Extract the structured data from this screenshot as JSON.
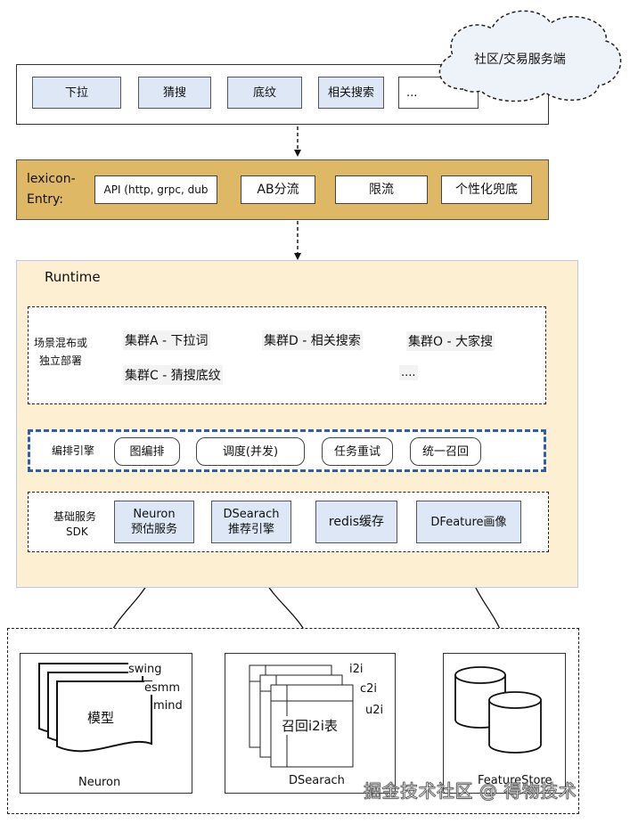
{
  "client": {
    "cloud_label": "社区/交易服务端",
    "items": [
      "下拉",
      "猜搜",
      "底纹",
      "相关搜索",
      "..."
    ]
  },
  "entry": {
    "title_line1": "lexicon-",
    "title_line2": "Entry:",
    "items": [
      "API (http, grpc, dub",
      "AB分流",
      "限流",
      "个性化兜底"
    ]
  },
  "runtime": {
    "title": "Runtime",
    "deploy": {
      "label_line1": "场景混布或",
      "label_line2": "独立部署",
      "clusters": [
        "集群A - 下拉词",
        "集群D - 相关搜索",
        "集群O - 大家搜",
        "集群C - 猜搜底纹",
        "...."
      ]
    },
    "orchestration": {
      "label": "编排引擎",
      "items": [
        "图编排",
        "调度(并发)",
        "任务重试",
        "统一召回"
      ]
    },
    "sdk": {
      "label_line1": "基础服务",
      "label_line2": "SDK",
      "items": [
        {
          "line1": "Neuron",
          "line2": "预估服务"
        },
        {
          "line1": "DSearach",
          "line2": "推荐引擎"
        },
        {
          "line1": "redis缓存",
          "line2": ""
        },
        {
          "line1": "DFeature画像",
          "line2": ""
        }
      ]
    }
  },
  "storage": {
    "neuron": {
      "caption": "Neuron",
      "model_label": "模型",
      "models": [
        "swing",
        "esmm",
        "mind"
      ]
    },
    "dsearch": {
      "caption": "DSearach",
      "table_label": "召回i2i表",
      "tables": [
        "i2i",
        "c2i",
        "u2i"
      ]
    },
    "feature": {
      "caption": "FeatureStore"
    }
  },
  "watermark": "掘金技术社区 @ 得物技术",
  "colors": {
    "entry_bg": "#deb865",
    "runtime_bg": "#fdf0d2",
    "blue_box": "#dde7f5",
    "dashed_blue": "#2f5fa8"
  }
}
